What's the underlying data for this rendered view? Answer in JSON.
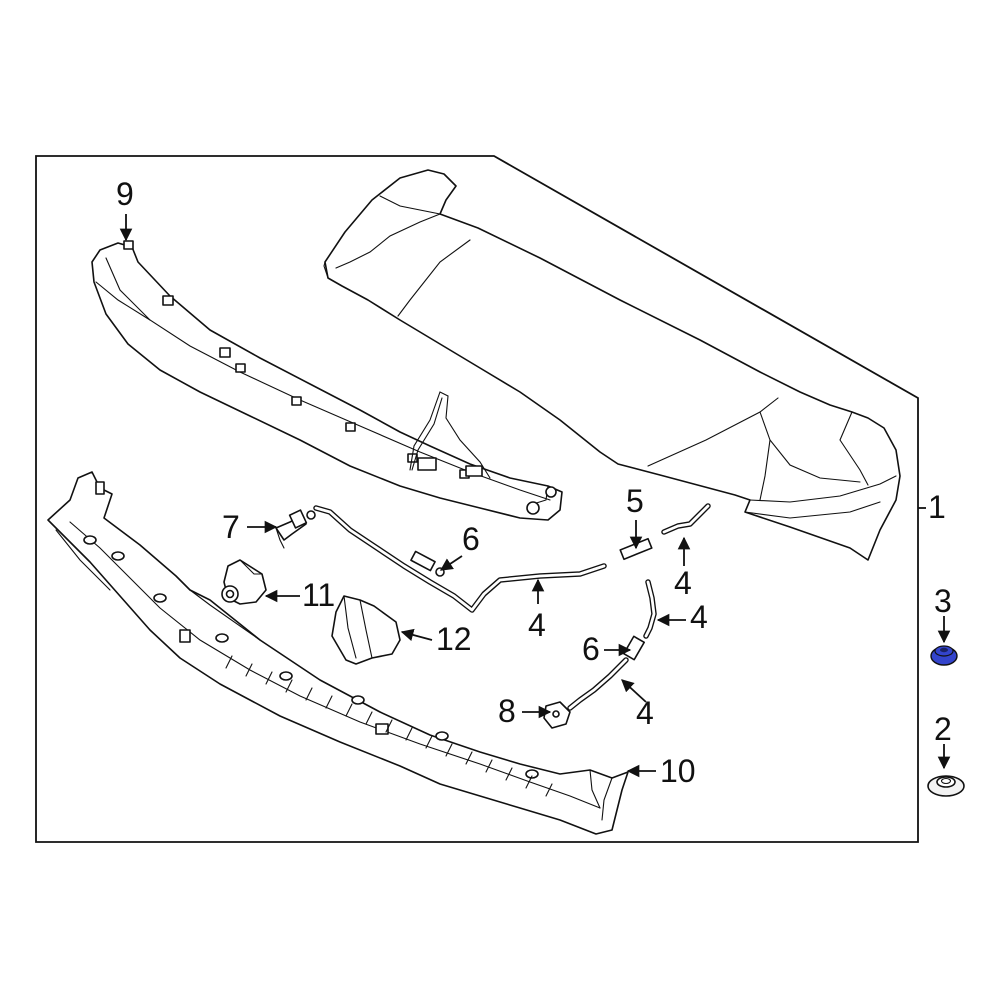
{
  "callouts": {
    "c1": "1",
    "c2": "2",
    "c3": "3",
    "c4a": "4",
    "c4b": "4",
    "c4c": "4",
    "c4d": "4",
    "c5": "5",
    "c6a": "6",
    "c6b": "6",
    "c7": "7",
    "c8": "8",
    "c9": "9",
    "c10": "10",
    "c11": "11",
    "c12": "12"
  },
  "colors": {
    "highlight": "#3344cc",
    "line": "#111111",
    "background": "#ffffff"
  }
}
